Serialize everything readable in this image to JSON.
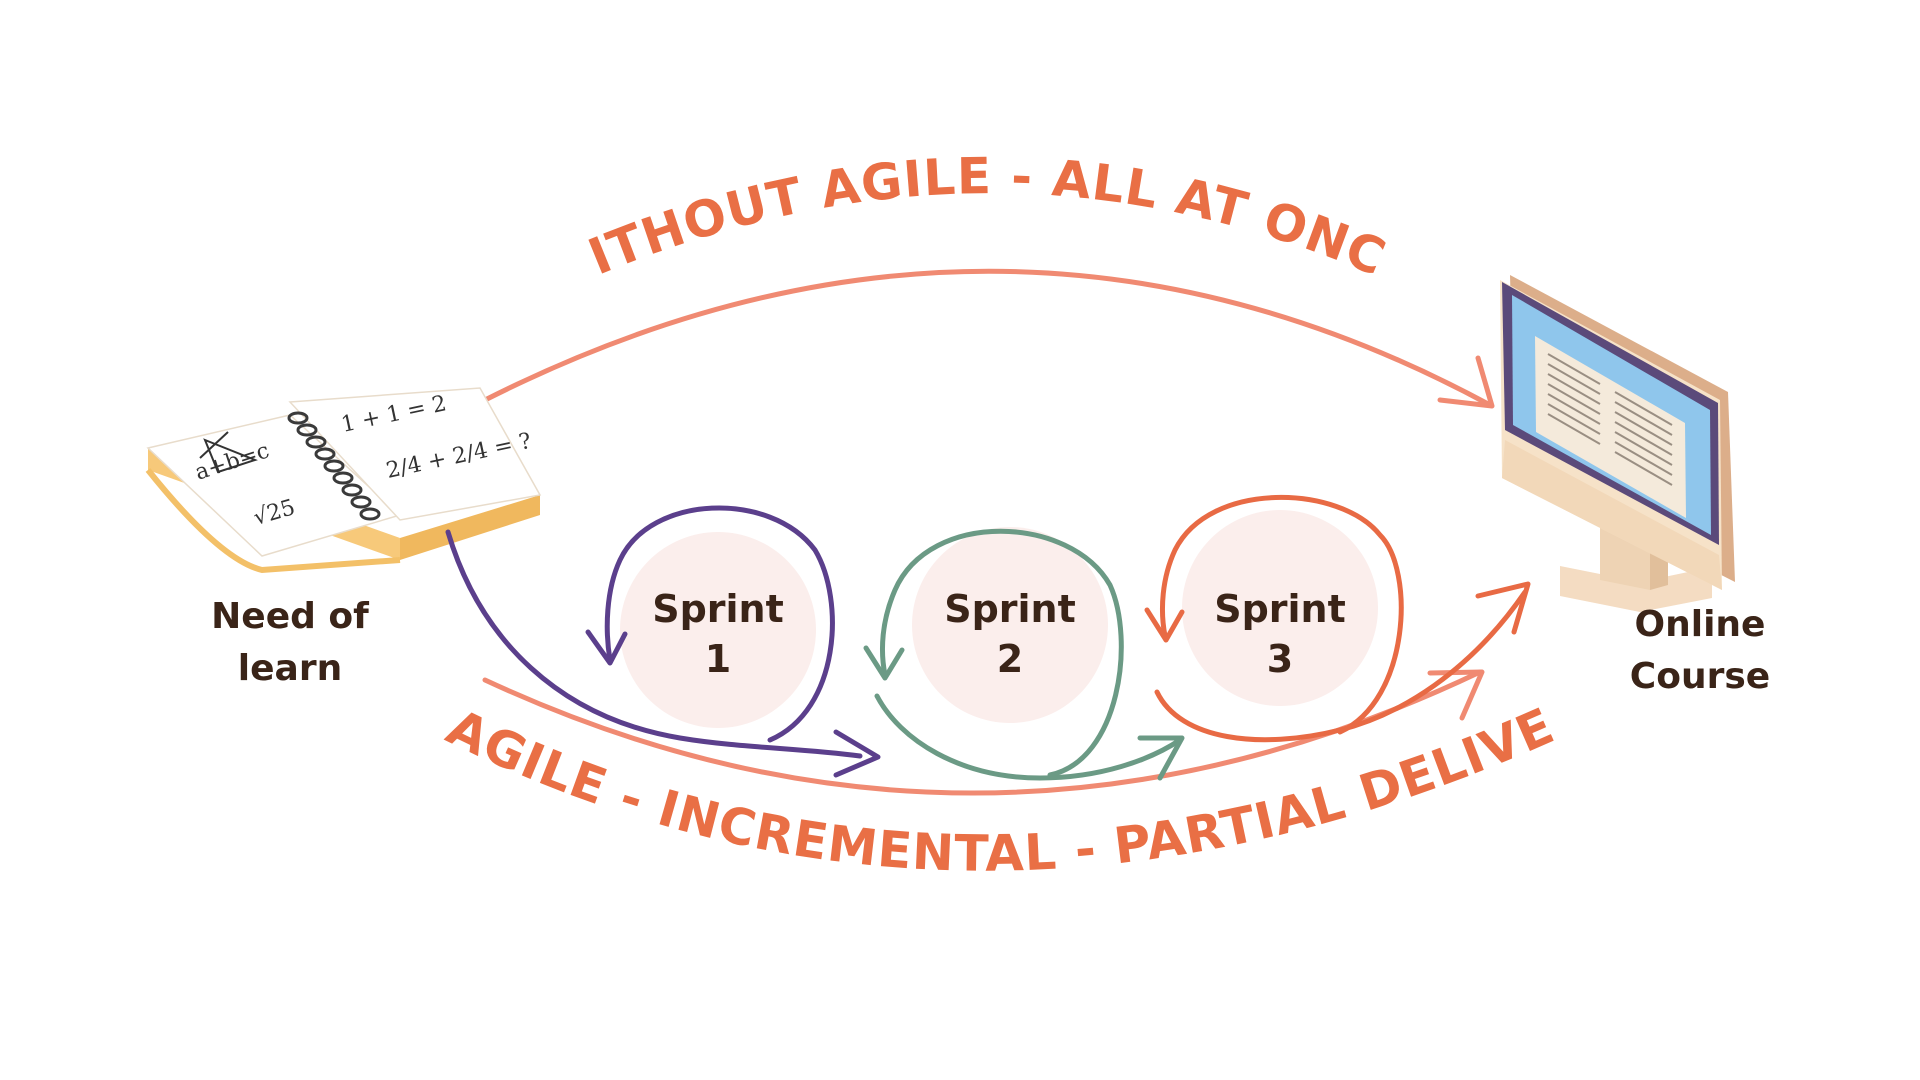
{
  "top_label": "WITHOUT AGILE - ALL AT ONCE",
  "bottom_label": "WITH AGILE - INCREMENTAL -  PARTIAL DELIVERIES",
  "source": {
    "line1": "Need of",
    "line2": "learn"
  },
  "target": {
    "line1": "Online",
    "line2": "Course"
  },
  "notebook": {
    "left_page": [
      "a+b=c",
      "√25"
    ],
    "right_page": [
      "1 + 1 = 2",
      "2/4 + 2/4 = ?"
    ]
  },
  "sprints": [
    {
      "word": "Sprint",
      "number": "1",
      "color": "#5b3f8c"
    },
    {
      "word": "Sprint",
      "number": "2",
      "color": "#6b9a85"
    },
    {
      "word": "Sprint",
      "number": "3",
      "color": "#e86a44"
    }
  ],
  "colors": {
    "accent_orange": "#e96f45",
    "arc_salmon": "#f08a72",
    "text_dark": "#3a2418",
    "bubble_fill": "#fbeeec"
  },
  "icons": [
    "notebook-icon",
    "computer-monitor-icon"
  ]
}
